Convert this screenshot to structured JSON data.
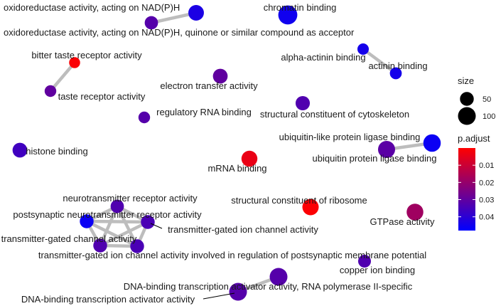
{
  "chart_data": {
    "type": "network",
    "nodes": [
      {
        "id": "n1",
        "label": "oxidoreductase activity, acting on NAD(P)H",
        "size": 45,
        "p_adjust": 0.032
      },
      {
        "id": "n2",
        "label": "oxidoreductase activity, acting on NAD(P)H, quinone or similar compound as acceptor",
        "size": 70,
        "p_adjust": 0.043
      },
      {
        "id": "n3",
        "label": "chromatin binding",
        "size": 120,
        "p_adjust": 0.045
      },
      {
        "id": "n4",
        "label": "bitter taste receptor activity",
        "size": 25,
        "p_adjust": 0.001
      },
      {
        "id": "n5",
        "label": "taste receptor activity",
        "size": 30,
        "p_adjust": 0.03
      },
      {
        "id": "n6",
        "label": "alpha-actinin binding",
        "size": 28,
        "p_adjust": 0.044
      },
      {
        "id": "n7",
        "label": "actinin binding",
        "size": 32,
        "p_adjust": 0.044
      },
      {
        "id": "n8",
        "label": "electron transfer activity",
        "size": 60,
        "p_adjust": 0.03
      },
      {
        "id": "n9",
        "label": "regulatory RNA binding",
        "size": 30,
        "p_adjust": 0.032
      },
      {
        "id": "n10",
        "label": "structural constituent of cytoskeleton",
        "size": 55,
        "p_adjust": 0.033
      },
      {
        "id": "n11",
        "label": "histone binding",
        "size": 60,
        "p_adjust": 0.036
      },
      {
        "id": "n12",
        "label": "ubiquitin-like protein ligase binding",
        "size": 95,
        "p_adjust": 0.046
      },
      {
        "id": "n13",
        "label": "ubiquitin protein ligase binding",
        "size": 90,
        "p_adjust": 0.031
      },
      {
        "id": "n14",
        "label": "mRNA binding",
        "size": 75,
        "p_adjust": 0.004
      },
      {
        "id": "n15",
        "label": "structural constituent of ribosome",
        "size": 80,
        "p_adjust": 0.0005
      },
      {
        "id": "n16",
        "label": "GTPase activity",
        "size": 85,
        "p_adjust": 0.018
      },
      {
        "id": "n17",
        "label": "neurotransmitter receptor activity",
        "size": 45,
        "p_adjust": 0.033
      },
      {
        "id": "n18",
        "label": "postsynaptic neurotransmitter receptor activity",
        "size": 50,
        "p_adjust": 0.046
      },
      {
        "id": "n19",
        "label": "transmitter-gated ion channel activity",
        "size": 50,
        "p_adjust": 0.034
      },
      {
        "id": "n20",
        "label": "transmitter-gated channel activity",
        "size": 50,
        "p_adjust": 0.033
      },
      {
        "id": "n21",
        "label": "transmitter-gated ion channel activity involved in regulation of postsynaptic membrane potential",
        "size": 50,
        "p_adjust": 0.034
      },
      {
        "id": "n22",
        "label": "copper ion binding",
        "size": 40,
        "p_adjust": 0.033
      },
      {
        "id": "n23",
        "label": "DNA-binding transcription activator activity, RNA polymerase II-specific",
        "size": 100,
        "p_adjust": 0.032
      },
      {
        "id": "n24",
        "label": "DNA-binding transcription activator activity",
        "size": 100,
        "p_adjust": 0.032
      }
    ],
    "edges": [
      [
        "n1",
        "n2"
      ],
      [
        "n4",
        "n5"
      ],
      [
        "n6",
        "n7"
      ],
      [
        "n12",
        "n13"
      ],
      [
        "n23",
        "n24"
      ],
      [
        "n17",
        "n18"
      ],
      [
        "n17",
        "n19"
      ],
      [
        "n17",
        "n20"
      ],
      [
        "n17",
        "n21"
      ],
      [
        "n18",
        "n19"
      ],
      [
        "n18",
        "n20"
      ],
      [
        "n18",
        "n21"
      ],
      [
        "n19",
        "n20"
      ],
      [
        "n19",
        "n21"
      ],
      [
        "n20",
        "n21"
      ]
    ],
    "legend": {
      "size_title": "size",
      "size_breaks": [
        50,
        100
      ],
      "color_title": "p.adjust",
      "color_ticks": [
        "0.01",
        "0.02",
        "0.03",
        "0.04"
      ],
      "color_tick_values": [
        0.01,
        0.02,
        0.03,
        0.04
      ],
      "color_range": [
        0.0,
        0.048
      ],
      "color_low": "#ff0000",
      "color_high": "#0000ff"
    }
  }
}
